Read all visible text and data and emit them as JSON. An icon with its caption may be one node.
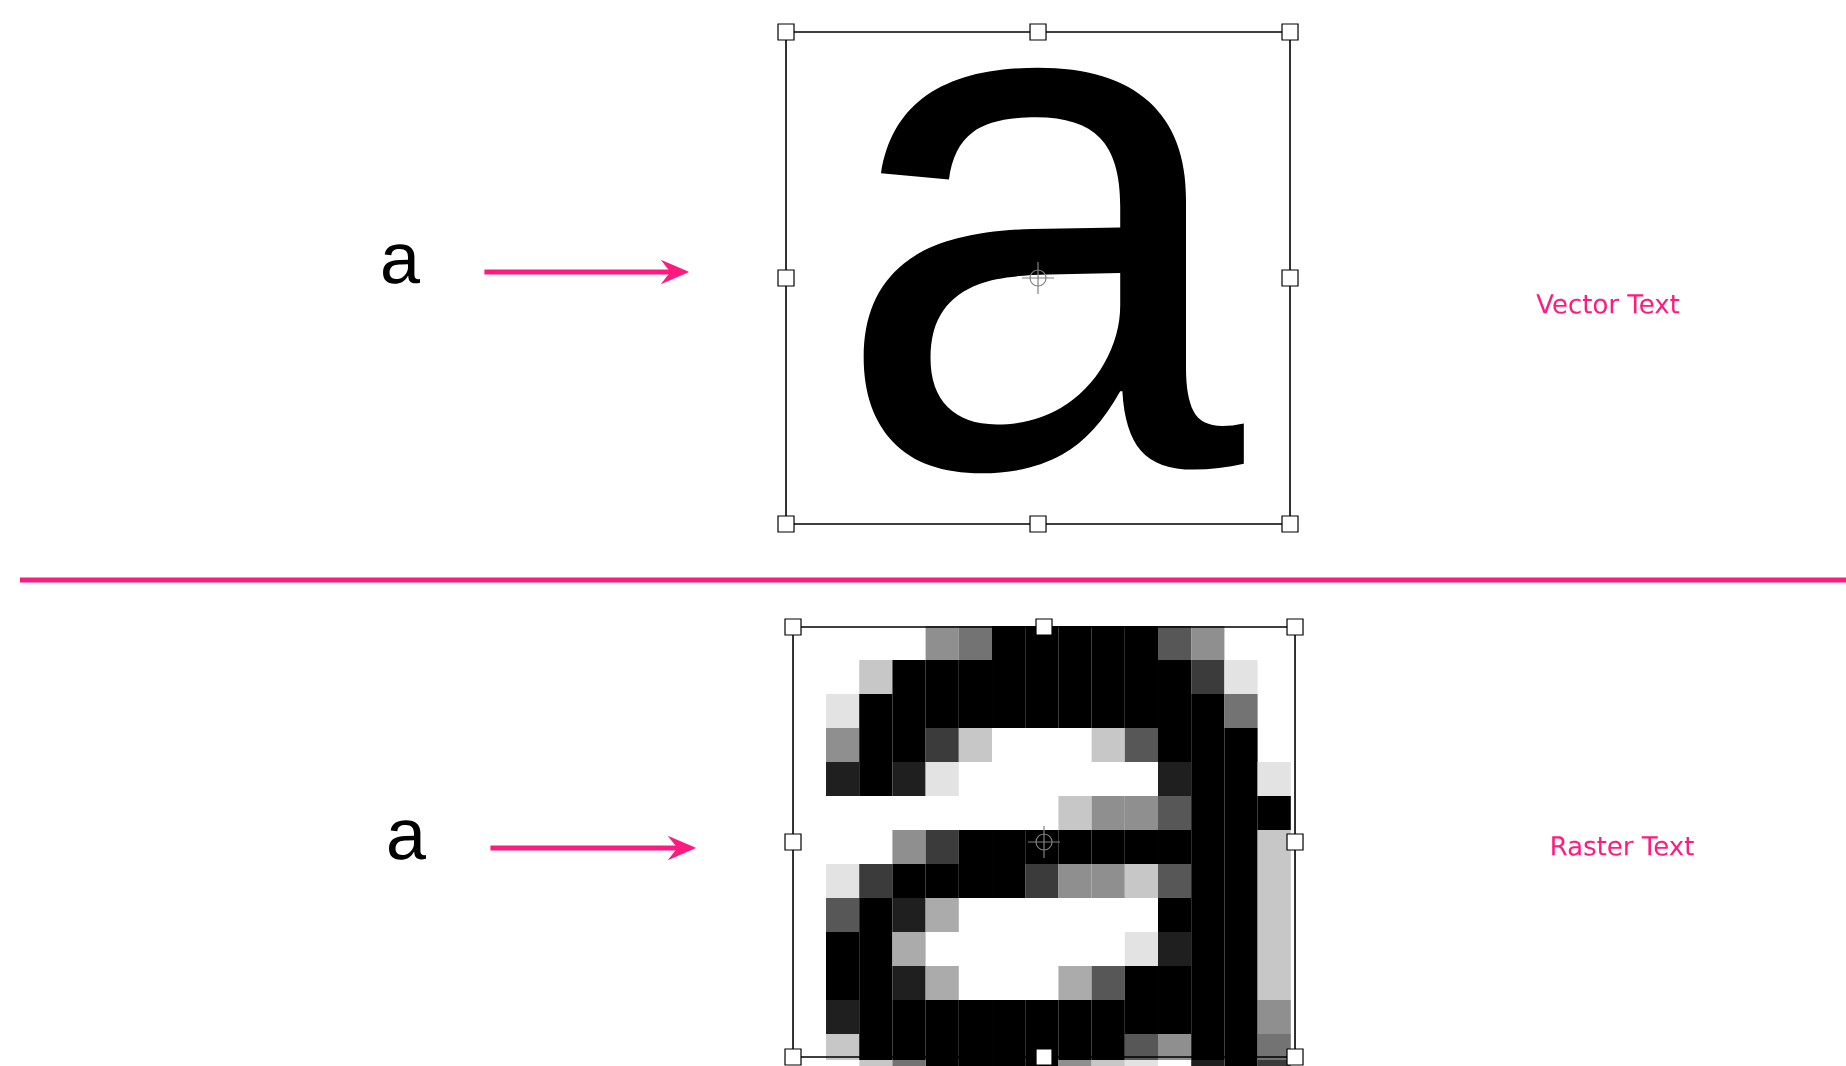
{
  "diagram": {
    "nodes": [
      {
        "text": [
          "a"
        ]
      },
      {
        "text": [
          "a"
        ]
      },
      {
        "text": [
          "a"
        ]
      },
      {
        "text": [],
        "shape": "picture"
      }
    ],
    "edges": [
      {
        "from": 0,
        "to": 1,
        "arrow": "to"
      },
      {
        "from": 2,
        "to": 3,
        "arrow": "to"
      }
    ],
    "labels": [
      "Vector Text",
      "Raster Text"
    ]
  }
}
